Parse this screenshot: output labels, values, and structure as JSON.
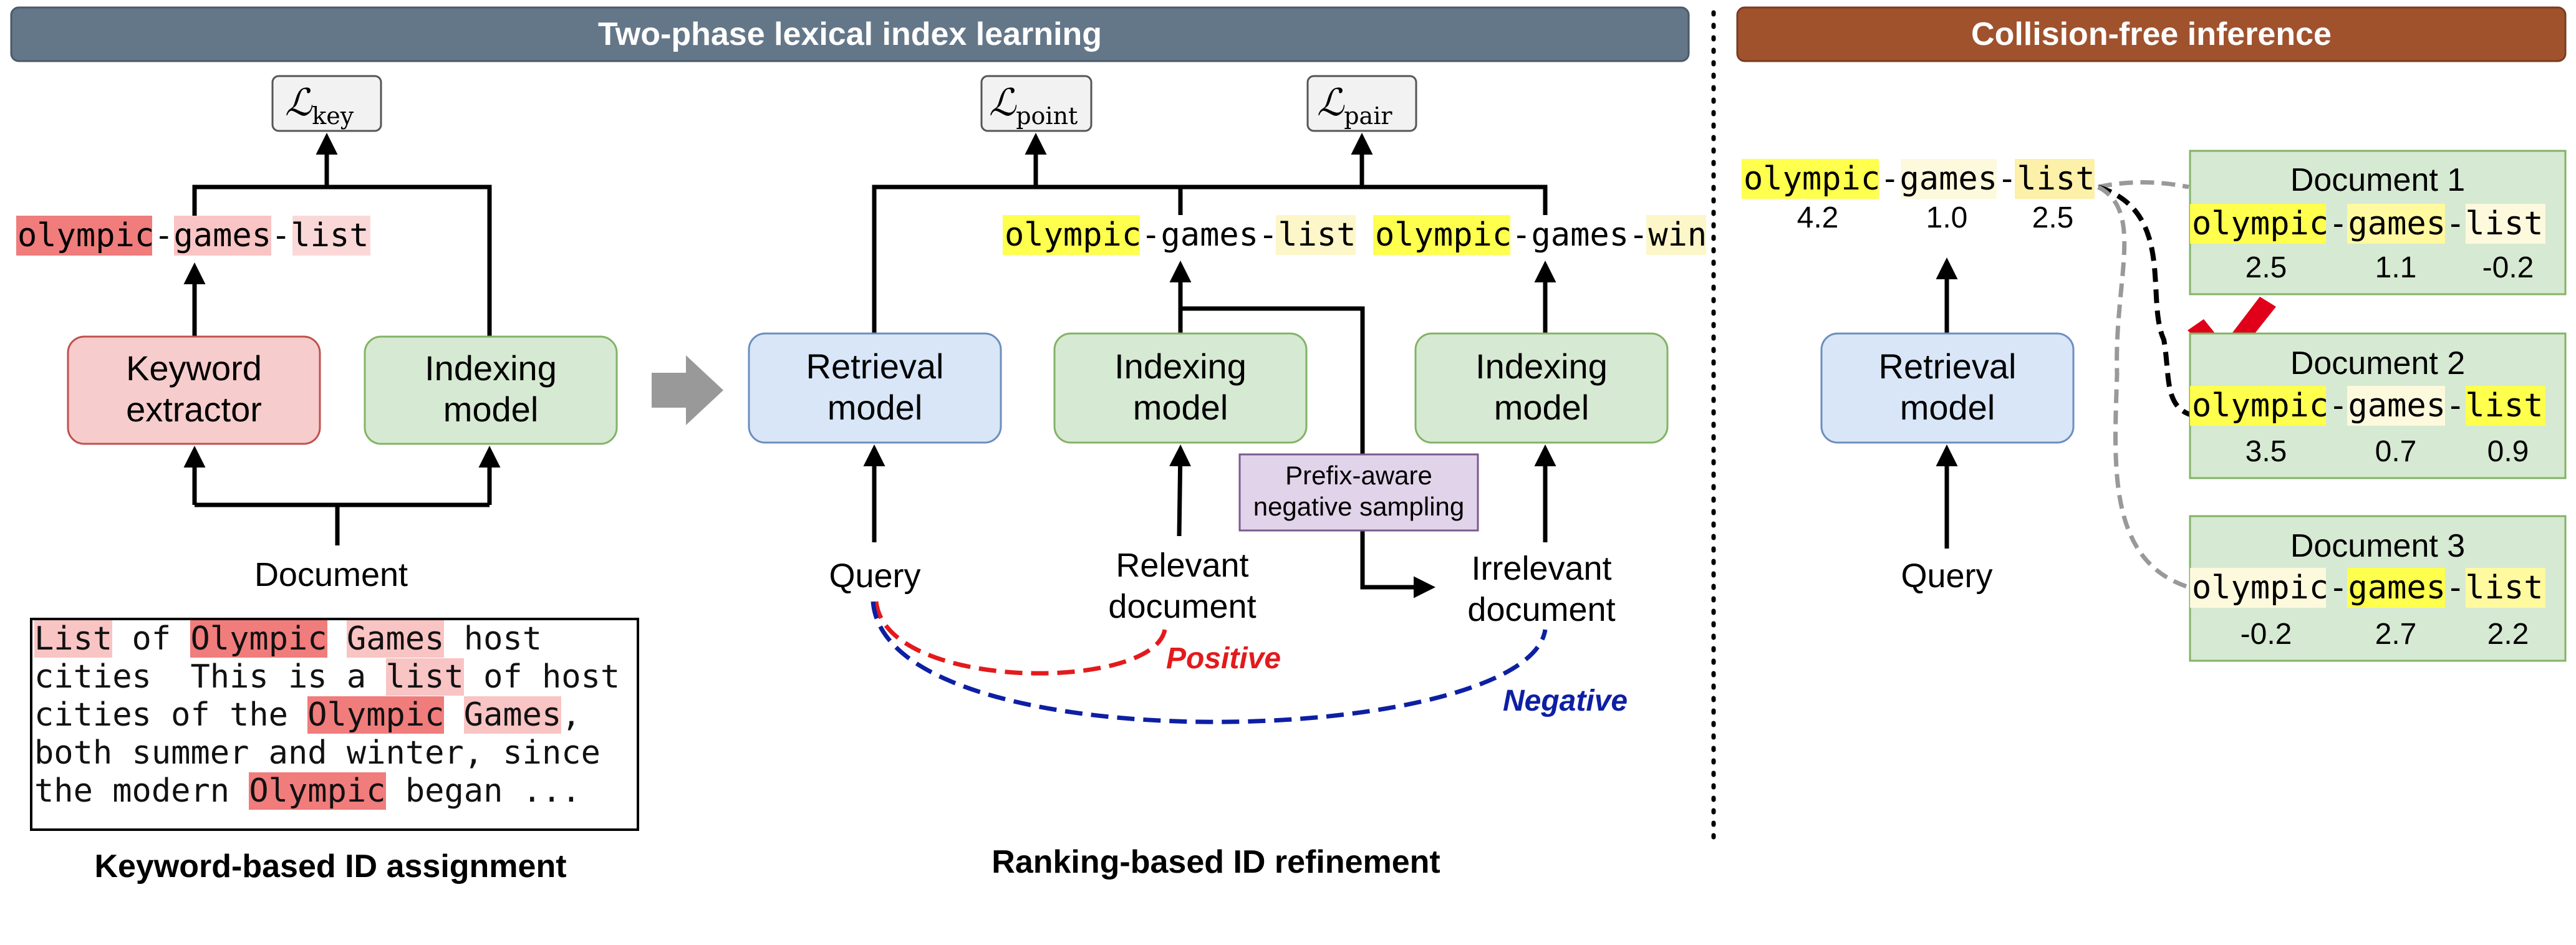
{
  "phases": {
    "left_header": "Two-phase lexical index learning",
    "right_header": "Collision-free inference"
  },
  "colors": {
    "left_header_fill": "#647789",
    "right_header_fill": "#a0522d",
    "keyword_box_fill": "#f6cccc",
    "indexing_box_fill": "#d6e9d2",
    "retrieval_box_fill": "#d8e6f7",
    "sampler_box_fill": "#e1d4ea",
    "highlight_yellow": "#ffff4d",
    "highlight_light_yellow": "#fdf6c8",
    "highlight_red": "#f07c7c",
    "highlight_light_red": "#f9c4c4",
    "positive_color": "#e31a1c",
    "negative_color": "#0d1fa3",
    "check_color": "#e0001a"
  },
  "keyword_section": {
    "loss_sub": "key",
    "id_tokens": [
      "olympic",
      "-",
      "games",
      "-",
      "list"
    ],
    "keyword_extractor_lines": [
      "Keyword",
      "extractor"
    ],
    "indexing_model_lines": [
      "Indexing",
      "model"
    ],
    "document_label": "Document",
    "document_text_lines": [
      [
        {
          "t": "List",
          "h": "light"
        },
        {
          "t": " of "
        },
        {
          "t": "Olympic",
          "h": "strong"
        },
        {
          "t": " "
        },
        {
          "t": "Games",
          "h": "light"
        },
        {
          "t": " host"
        }
      ],
      [
        {
          "t": "cities  This is a "
        },
        {
          "t": "list",
          "h": "light"
        },
        {
          "t": " of host"
        }
      ],
      [
        {
          "t": "cities of the "
        },
        {
          "t": "Olympic",
          "h": "strong"
        },
        {
          "t": " "
        },
        {
          "t": "Games",
          "h": "light"
        },
        {
          "t": ","
        }
      ],
      [
        {
          "t": "both summer and winter, since"
        }
      ],
      [
        {
          "t": "the modern "
        },
        {
          "t": "Olympic",
          "h": "strong"
        },
        {
          "t": " began ..."
        }
      ]
    ],
    "caption": "Keyword-based ID assignment"
  },
  "ranking_section": {
    "loss_point_sub": "point",
    "loss_pair_sub": "pair",
    "relevant_id_tokens": [
      "olympic",
      "-games-",
      "list"
    ],
    "irrelevant_id_tokens": [
      "olympic",
      "-games-",
      "win"
    ],
    "retrieval_model_lines": [
      "Retrieval",
      "model"
    ],
    "indexing_model_lines": [
      "Indexing",
      "model"
    ],
    "sampler_lines": [
      "Prefix-aware",
      "negative sampling"
    ],
    "query_label": "Query",
    "relevant_doc_lines": [
      "Relevant",
      "document"
    ],
    "irrelevant_doc_lines": [
      "Irrelevant",
      "document"
    ],
    "positive_label": "Positive",
    "negative_label": "Negative",
    "caption": "Ranking-based ID refinement"
  },
  "inference_section": {
    "query_tokens": [
      "olympic",
      "-games-",
      "list"
    ],
    "query_scores": [
      "4.2",
      "1.0",
      "2.5"
    ],
    "retrieval_model_lines": [
      "Retrieval",
      "model"
    ],
    "query_label": "Query",
    "documents": [
      {
        "title": "Document 1",
        "tokens": [
          "olympic",
          "-",
          "games",
          "-",
          "list"
        ],
        "scores": [
          "2.5",
          "1.1",
          "-0.2"
        ]
      },
      {
        "title": "Document 2",
        "tokens": [
          "olympic",
          "-games-",
          "list"
        ],
        "scores": [
          "3.5",
          "0.7",
          "0.9"
        ]
      },
      {
        "title": "Document 3",
        "tokens": [
          "olympic",
          "-",
          "games",
          "-",
          "list"
        ],
        "scores": [
          "-0.2",
          "2.7",
          "2.2"
        ]
      }
    ]
  }
}
